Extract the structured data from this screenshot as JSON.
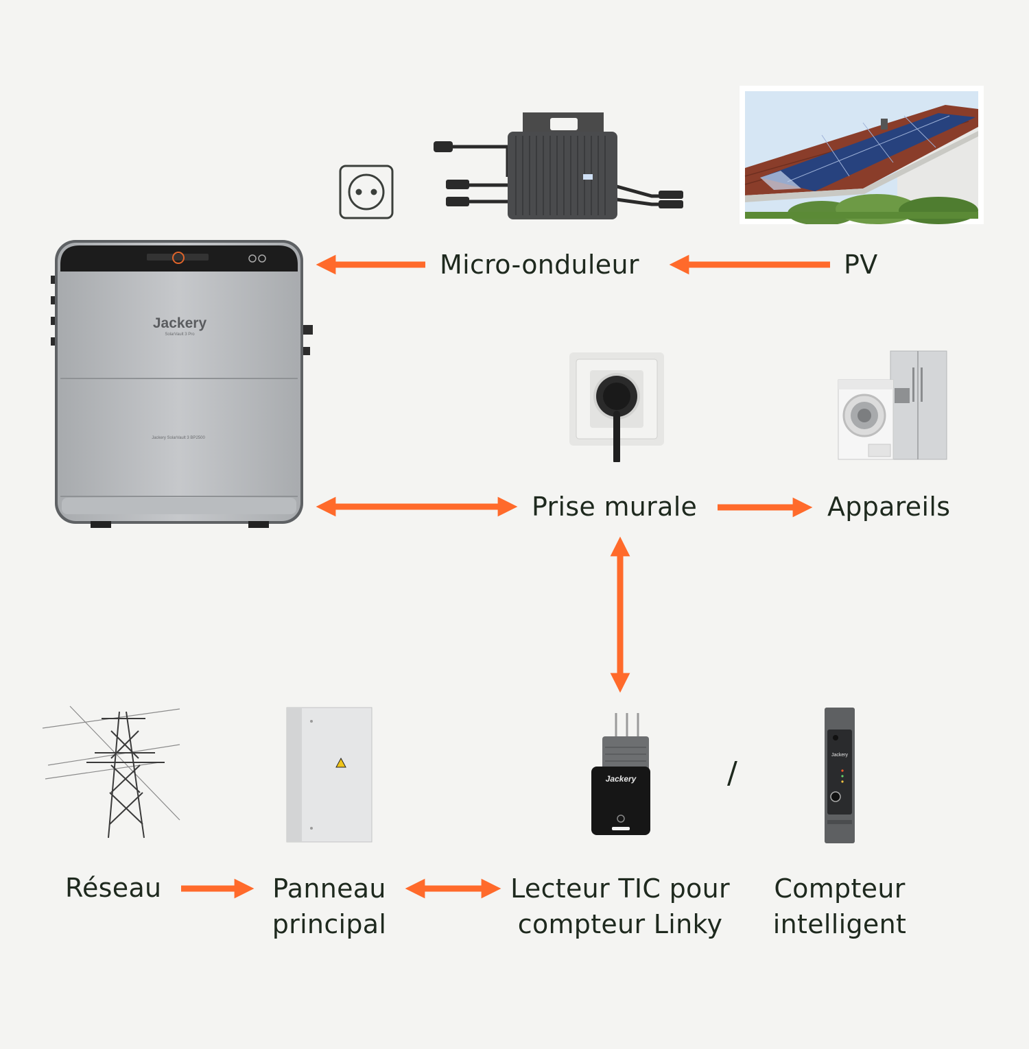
{
  "labels": {
    "micro_onduleur": "Micro-onduleur",
    "pv": "PV",
    "prise_murale": "Prise murale",
    "appareils": "Appareils",
    "reseau": "Réseau",
    "panneau_line1": "Panneau",
    "panneau_line2": "principal",
    "lecteur_line1": "Lecteur TIC pour",
    "lecteur_line2": "compteur Linky",
    "compteur_line1": "Compteur",
    "compteur_line2": "intelligent",
    "separator": "/"
  },
  "brand": {
    "battery_logo": "Jackery",
    "battery_subtitle": "SolarVault 3 Pro",
    "battery_pack_label": "Jackery SolarVault 3 BP2500",
    "reader_logo": "Jackery",
    "meter_logo": "Jackery"
  },
  "colors": {
    "arrow": "#ff6a2b",
    "background": "#f4f4f2",
    "text": "#1e291e"
  },
  "icons": {
    "socket": "socket-icon",
    "inverter": "micro-inverter-icon",
    "solar_roof": "solar-roof-photo",
    "battery": "battery-unit-icon",
    "wall_plug": "wall-plug-icon",
    "appliances": "appliances-icon",
    "pylon": "power-pylon-icon",
    "panel": "electrical-panel-icon",
    "reader": "tic-reader-icon",
    "smart_meter": "smart-meter-icon"
  }
}
